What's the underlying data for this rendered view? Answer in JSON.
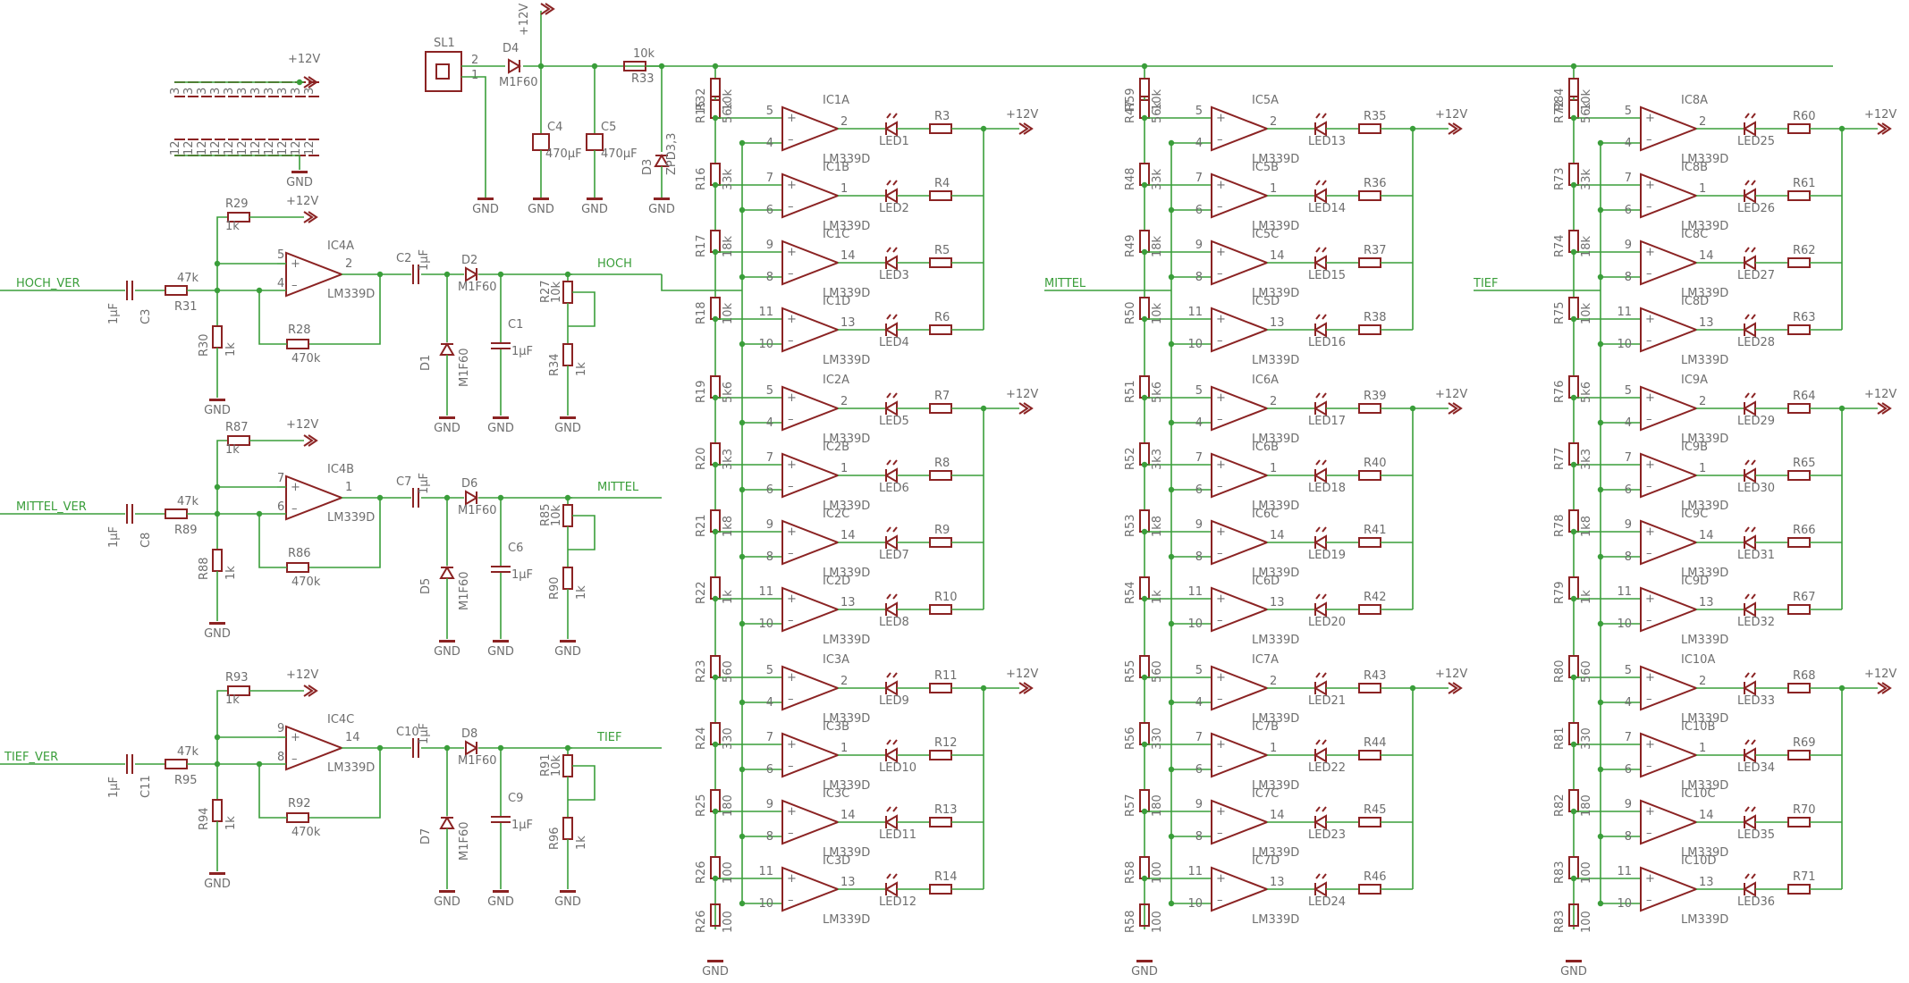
{
  "supply": "+12V",
  "ground": "GND",
  "input_channels": [
    {
      "in_net": "HOCH_VER",
      "out_net": "HOCH",
      "c_in": "C3",
      "c_in_val": "1µF",
      "r_in": "R31",
      "r_in_val": "47k",
      "r_bias": "R29",
      "r_bias_val": "1k",
      "r_gnd": "R30",
      "r_gnd_val": "1k",
      "r_fb": "R28",
      "r_fb_val": "470k",
      "ic": "IC4A",
      "ic_type": "LM339D",
      "pins": [
        "5",
        "4",
        "2"
      ],
      "c_out": "C2",
      "c_out_val": "1µF",
      "d_ser": "D2",
      "d_ser_val": "M1F60",
      "d_shunt": "D1",
      "d_shunt_val": "M1F60",
      "c_hold": "C1",
      "c_hold_val": "1µF",
      "pot": "R27",
      "pot_val": "10k",
      "r_pot": "R34",
      "r_pot_val": "1k"
    },
    {
      "in_net": "MITTEL_VER",
      "out_net": "MITTEL",
      "c_in": "C8",
      "c_in_val": "1µF",
      "r_in": "R89",
      "r_in_val": "47k",
      "r_bias": "R87",
      "r_bias_val": "1k",
      "r_gnd": "R88",
      "r_gnd_val": "1k",
      "r_fb": "R86",
      "r_fb_val": "470k",
      "ic": "IC4B",
      "ic_type": "LM339D",
      "pins": [
        "7",
        "6",
        "1"
      ],
      "c_out": "C7",
      "c_out_val": "1µF",
      "d_ser": "D6",
      "d_ser_val": "M1F60",
      "d_shunt": "D5",
      "d_shunt_val": "M1F60",
      "c_hold": "C6",
      "c_hold_val": "1µF",
      "pot": "R85",
      "pot_val": "10k",
      "r_pot": "R90",
      "r_pot_val": "1k"
    },
    {
      "in_net": "TIEF_VER",
      "out_net": "TIEF",
      "c_in": "C11",
      "c_in_val": "1µF",
      "r_in": "R95",
      "r_in_val": "47k",
      "r_bias": "R93",
      "r_bias_val": "1k",
      "r_gnd": "R94",
      "r_gnd_val": "1k",
      "r_fb": "R92",
      "r_fb_val": "470k",
      "ic": "IC4C",
      "ic_type": "LM339D",
      "pins": [
        "9",
        "8",
        "14"
      ],
      "c_out": "C10",
      "c_out_val": "1µF",
      "d_ser": "D8",
      "d_ser_val": "M1F60",
      "d_shunt": "D7",
      "d_shunt_val": "M1F60",
      "c_hold": "C9",
      "c_hold_val": "1µF",
      "pot": "R91",
      "pot_val": "10k",
      "r_pot": "R96",
      "r_pot_val": "1k"
    }
  ],
  "power": {
    "conn": "SL1",
    "conn_pins": [
      "2",
      "1"
    ],
    "diode": "D4",
    "diode_val": "M1F60",
    "c_a": "C4",
    "c_a_val": "470µF",
    "c_b": "C5",
    "c_b_val": "470µF",
    "r_ser": "R33",
    "r_ser_val": "10k",
    "zener": "D3",
    "zener_val": "ZPD3,3"
  },
  "headers": {
    "row_top": [
      "3",
      "3",
      "3",
      "3",
      "3",
      "3",
      "3",
      "3",
      "3",
      "3",
      "3"
    ],
    "row_bot": [
      "12",
      "12",
      "12",
      "12",
      "12",
      "12",
      "12",
      "12",
      "12",
      "12",
      "12"
    ]
  },
  "ladder_values": [
    "10k",
    "56k",
    "33k",
    "18k",
    "10k",
    "5k6",
    "3k3",
    "1k8",
    "1k",
    "560",
    "330",
    "180",
    "100"
  ],
  "comparator_pins": [
    [
      "5",
      "4",
      "2"
    ],
    [
      "7",
      "6",
      "1"
    ],
    [
      "9",
      "8",
      "14"
    ],
    [
      "11",
      "10",
      "13"
    ]
  ],
  "columns": [
    {
      "net": "HOCH",
      "ladder": [
        "R32",
        "R15",
        "R16",
        "R17",
        "R18",
        "R19",
        "R20",
        "R21",
        "R22",
        "R23",
        "R24",
        "R25",
        "R26"
      ],
      "ics": [
        [
          "IC1A",
          "IC1B",
          "IC1C",
          "IC1D"
        ],
        [
          "IC2A",
          "IC2B",
          "IC2C",
          "IC2D"
        ],
        [
          "IC3A",
          "IC3B",
          "IC3C",
          "IC3D"
        ]
      ],
      "leds": [
        "LED1",
        "LED2",
        "LED3",
        "LED4",
        "LED5",
        "LED6",
        "LED7",
        "LED8",
        "LED9",
        "LED10",
        "LED11",
        "LED12"
      ],
      "res": [
        "R3",
        "R4",
        "R5",
        "R6",
        "R7",
        "R8",
        "R9",
        "R10",
        "R11",
        "R12",
        "R13",
        "R14"
      ]
    },
    {
      "net": "MITTEL",
      "ladder": [
        "R59",
        "R47",
        "R48",
        "R49",
        "R50",
        "R51",
        "R52",
        "R53",
        "R54",
        "R55",
        "R56",
        "R57",
        "R58"
      ],
      "ics": [
        [
          "IC5A",
          "IC5B",
          "IC5C",
          "IC5D"
        ],
        [
          "IC6A",
          "IC6B",
          "IC6C",
          "IC6D"
        ],
        [
          "IC7A",
          "IC7B",
          "IC7C",
          "IC7D"
        ]
      ],
      "leds": [
        "LED13",
        "LED14",
        "LED15",
        "LED16",
        "LED17",
        "LED18",
        "LED19",
        "LED20",
        "LED21",
        "LED22",
        "LED23",
        "LED24"
      ],
      "res": [
        "R35",
        "R36",
        "R37",
        "R38",
        "R39",
        "R40",
        "R41",
        "R42",
        "R43",
        "R44",
        "R45",
        "R46"
      ]
    },
    {
      "net": "TIEF",
      "ladder": [
        "R84",
        "R72",
        "R73",
        "R74",
        "R75",
        "R76",
        "R77",
        "R78",
        "R79",
        "R80",
        "R81",
        "R82",
        "R83"
      ],
      "ics": [
        [
          "IC8A",
          "IC8B",
          "IC8C",
          "IC8D"
        ],
        [
          "IC9A",
          "IC9B",
          "IC9C",
          "IC9D"
        ],
        [
          "IC10A",
          "IC10B",
          "IC10C",
          "IC10D"
        ]
      ],
      "leds": [
        "LED25",
        "LED26",
        "LED27",
        "LED28",
        "LED29",
        "LED30",
        "LED31",
        "LED32",
        "LED33",
        "LED34",
        "LED35",
        "LED36"
      ],
      "res": [
        "R60",
        "R61",
        "R62",
        "R63",
        "R64",
        "R65",
        "R66",
        "R67",
        "R68",
        "R69",
        "R70",
        "R71"
      ]
    }
  ]
}
